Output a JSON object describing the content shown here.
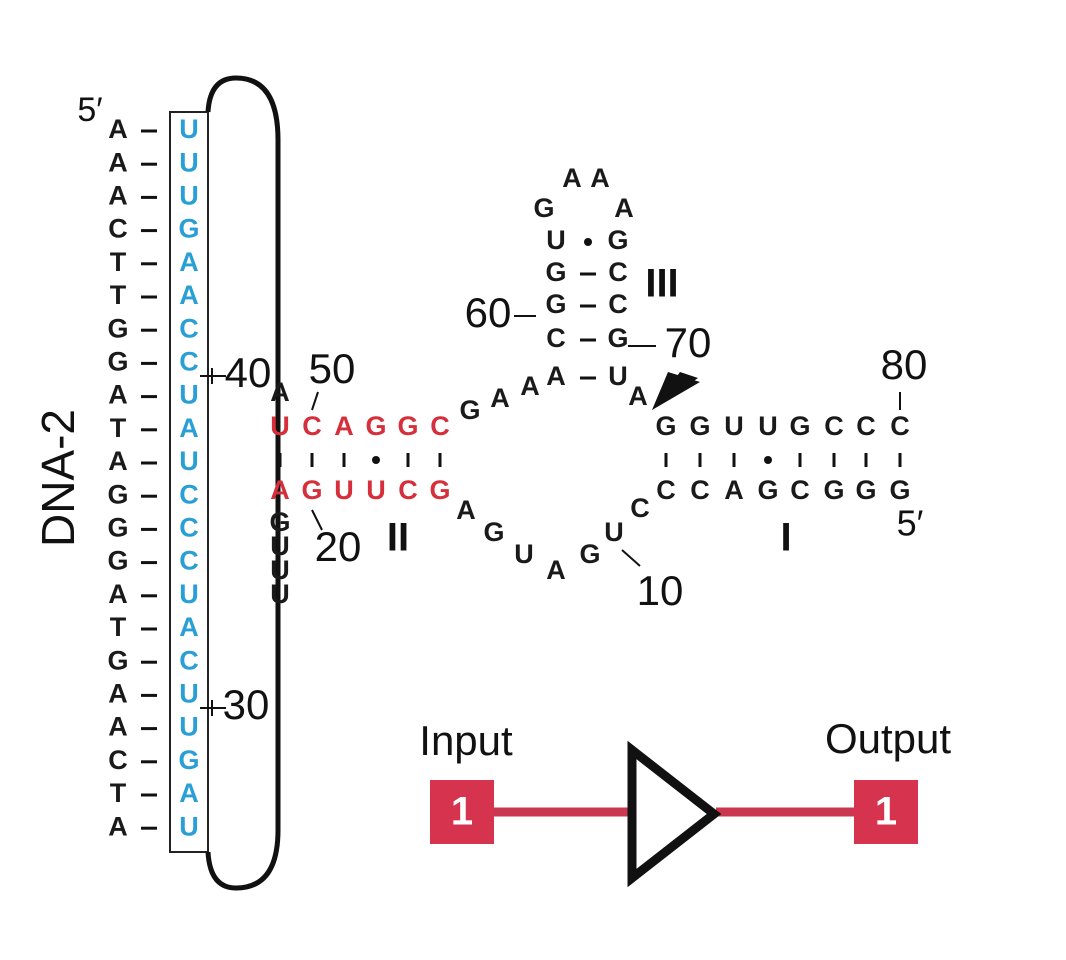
{
  "colors": {
    "black": "#1a1a1a",
    "blue": "#2a9fd6",
    "red": "#d62f3c",
    "gate_red": "#d6334e",
    "gate_line": "#c9384f"
  },
  "dna_label": "DNA-2",
  "dna_five_prime": "5′",
  "dna_strand": [
    "A",
    "A",
    "A",
    "C",
    "T",
    "T",
    "G",
    "G",
    "A",
    "T",
    "A",
    "G",
    "G",
    "G",
    "A",
    "T",
    "G",
    "A",
    "A",
    "C",
    "T",
    "A"
  ],
  "rna_strand": [
    "U",
    "U",
    "U",
    "G",
    "A",
    "A",
    "C",
    "C",
    "U",
    "A",
    "U",
    "C",
    "C",
    "C",
    "U",
    "A",
    "C",
    "U",
    "U",
    "G",
    "A",
    "U"
  ],
  "numbers": {
    "n40": "40",
    "n30": "30",
    "n50": "50",
    "n20": "20",
    "n60": "60",
    "n70": "70",
    "n80": "80",
    "n10": "10"
  },
  "stem_labels": {
    "I": "I",
    "II": "II",
    "III": "III"
  },
  "stem_I_five_prime": "5′",
  "stem_II": {
    "top": [
      "U",
      "C",
      "A",
      "G",
      "G",
      "C"
    ],
    "bottom": [
      "A",
      "G",
      "U",
      "U",
      "C",
      "G"
    ],
    "pairs": [
      "-",
      "-",
      "-",
      "•",
      "-",
      "-"
    ],
    "hinge_top": "A",
    "tail": [
      "G",
      "U",
      "U",
      "U"
    ]
  },
  "stem_I": {
    "top": [
      "G",
      "G",
      "U",
      "U",
      "G",
      "C",
      "C",
      "C"
    ],
    "bottom": [
      "C",
      "C",
      "A",
      "G",
      "C",
      "G",
      "G",
      "G"
    ],
    "pairs": [
      "-",
      "-",
      "-",
      "•",
      "-",
      "-",
      "-",
      "-"
    ]
  },
  "stem_III": {
    "left": [
      "U",
      "G",
      "G",
      "C"
    ],
    "right": [
      "G",
      "C",
      "C",
      "G"
    ],
    "pairs": [
      "•",
      "-",
      "-",
      "-"
    ],
    "loop": [
      "G",
      "A",
      "A",
      "A"
    ],
    "closing": [
      "A",
      "U"
    ]
  },
  "core_bases": {
    "upper_left": [
      "G",
      "A",
      "A"
    ],
    "upper_right": [
      "A"
    ],
    "lower": [
      "A",
      "G",
      "U",
      "A",
      "G",
      "U",
      "C"
    ]
  },
  "gate": {
    "input_label": "Input",
    "output_label": "Output",
    "input_value": "1",
    "output_value": "1"
  }
}
